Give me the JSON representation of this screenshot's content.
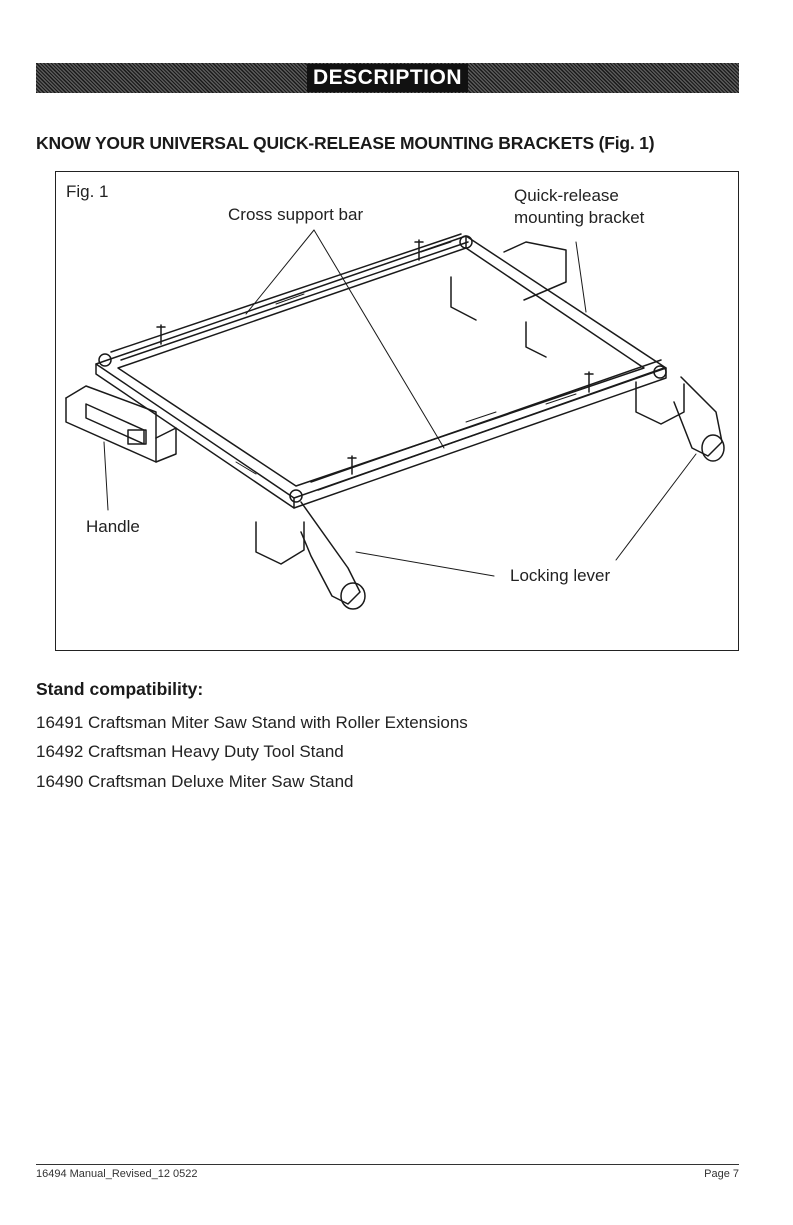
{
  "banner": {
    "title": "DESCRIPTION"
  },
  "heading": "KNOW YOUR UNIVERSAL QUICK-RELEASE MOUNTING BRACKETS (Fig. 1)",
  "figure": {
    "label": "Fig. 1",
    "callouts": {
      "cross_support_bar": "Cross support bar",
      "quick_release_line1": "Quick-release",
      "quick_release_line2": "mounting bracket",
      "handle": "Handle",
      "locking_lever": "Locking lever"
    }
  },
  "compatibility": {
    "title": "Stand compatibility:",
    "items": [
      "16491 Craftsman Miter Saw Stand with Roller Extensions",
      "16492 Craftsman Heavy Duty Tool Stand",
      "16490 Craftsman Deluxe Miter Saw Stand"
    ]
  },
  "footer": {
    "left": "16494 Manual_Revised_12 0522",
    "right": "Page 7"
  }
}
